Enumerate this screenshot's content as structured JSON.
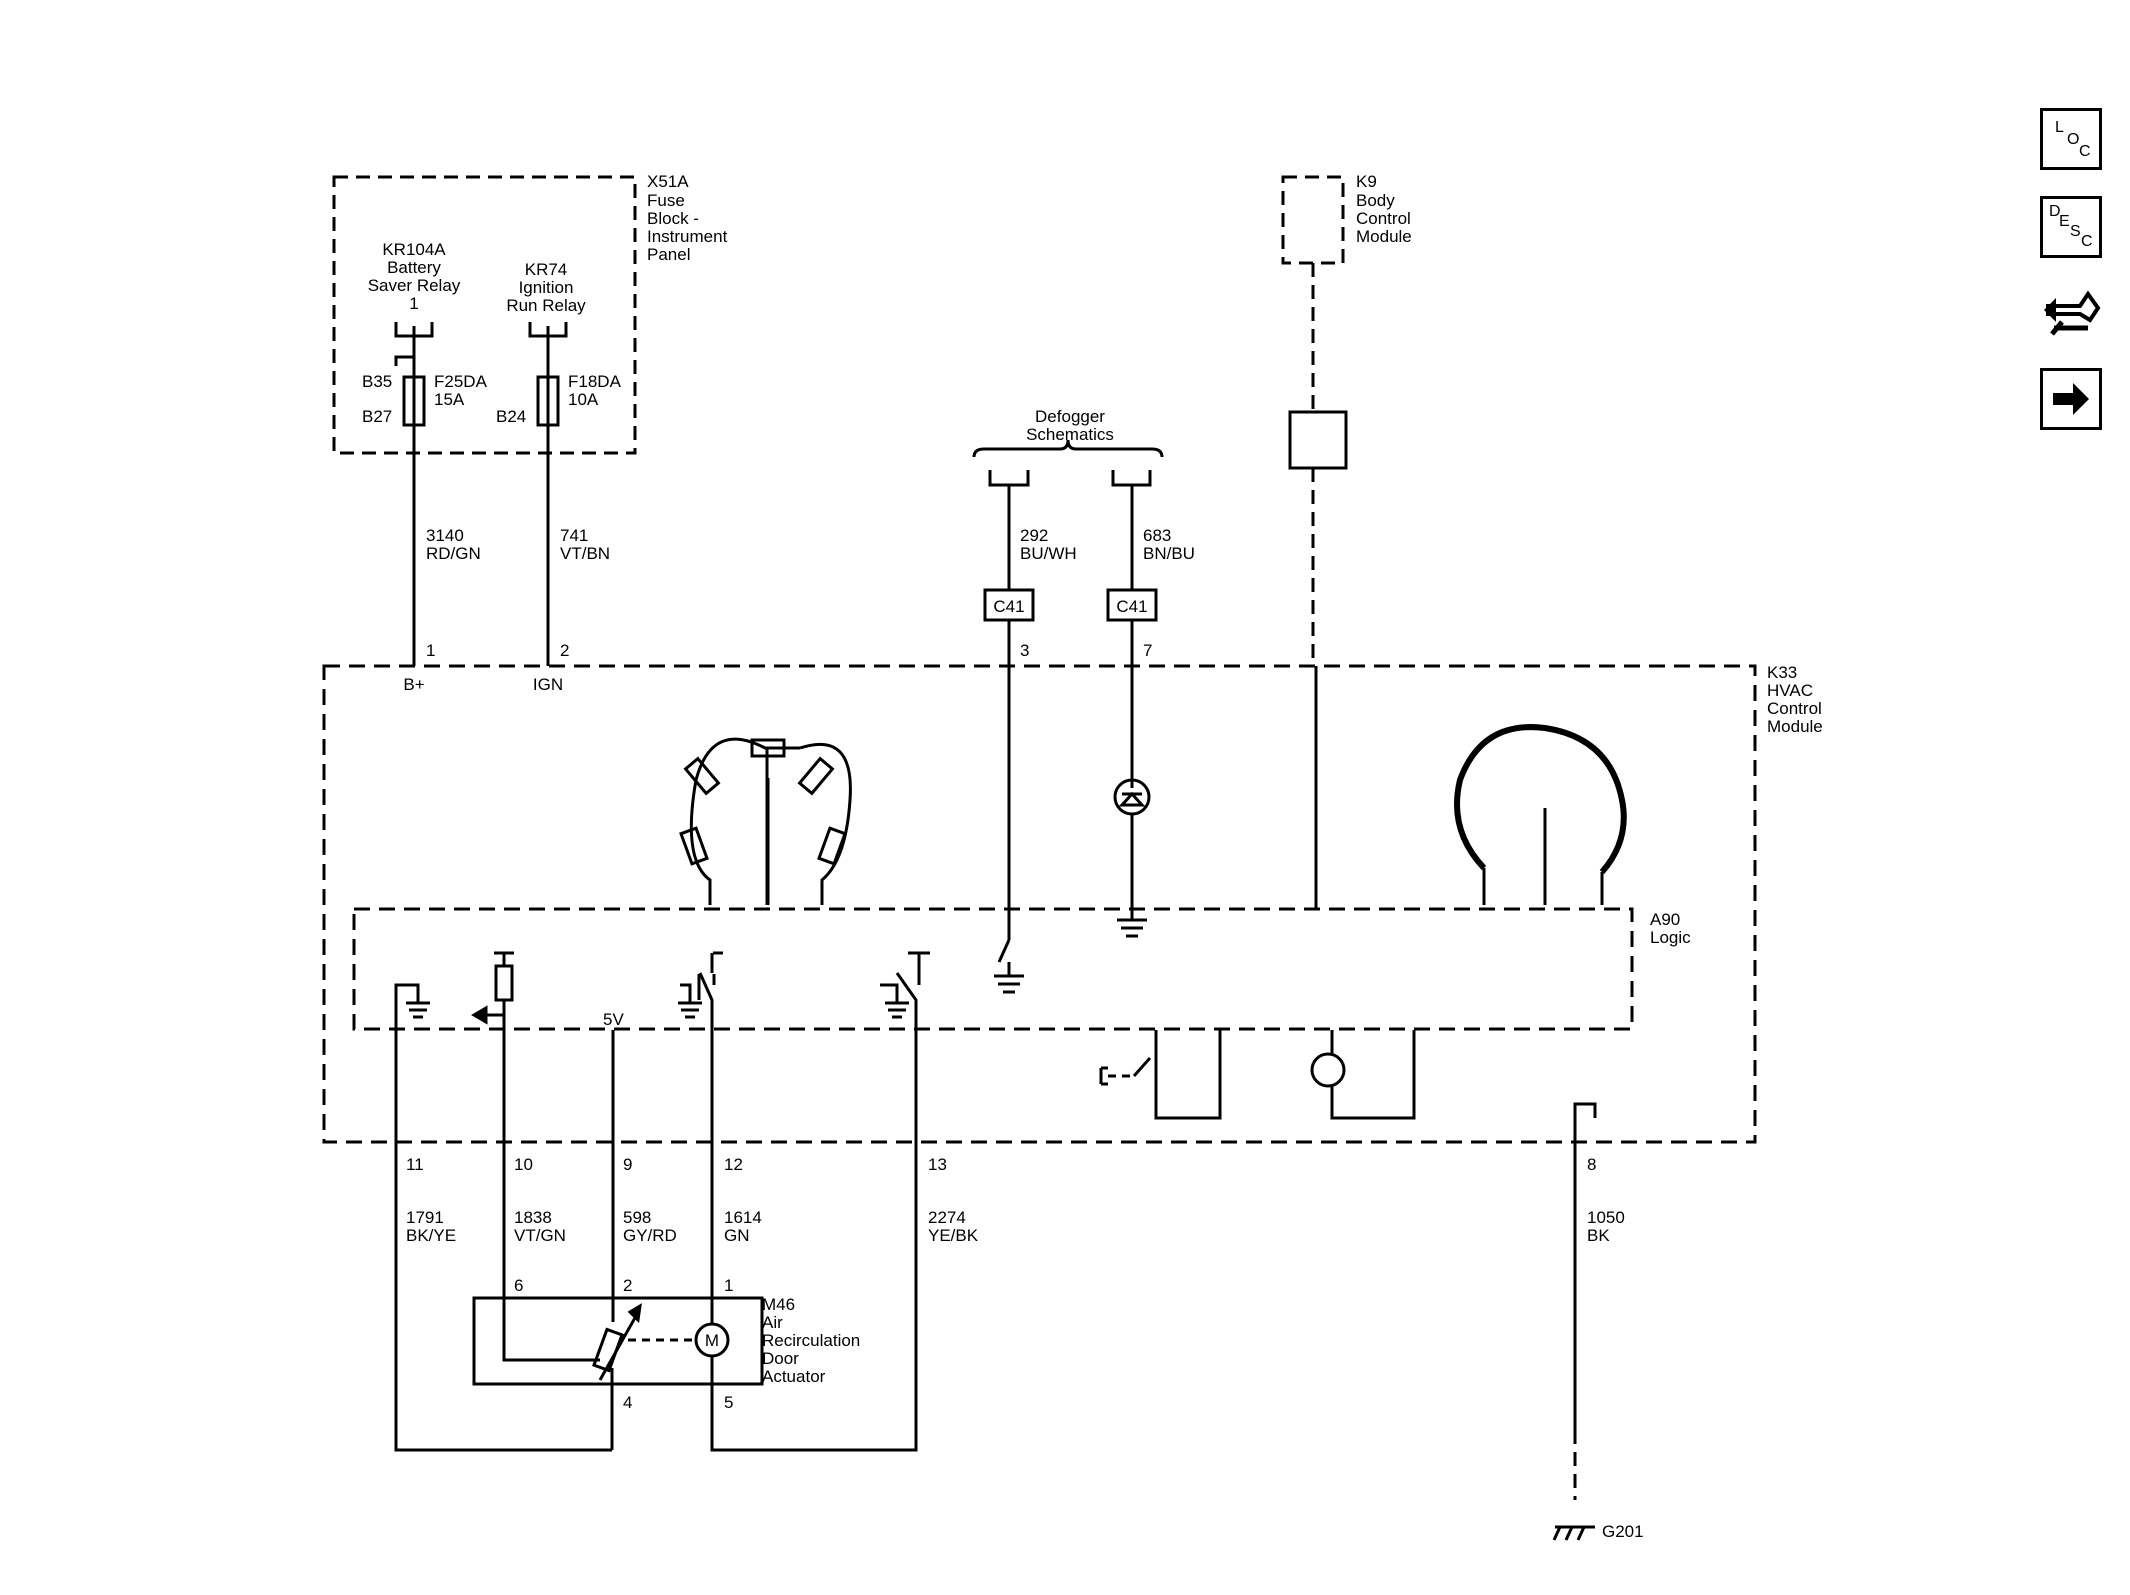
{
  "fuse_block": {
    "name": "X51A",
    "desc": [
      "Fuse",
      "Block -",
      "Instrument",
      "Panel"
    ]
  },
  "relay_battery": {
    "lines": [
      "KR104A",
      "Battery",
      "Saver Relay"
    ],
    "pin": "1"
  },
  "relay_ign": {
    "lines": [
      "KR74",
      "Ignition",
      "Run Relay"
    ]
  },
  "fuse1": {
    "top_pin": "B35",
    "bottom_pin": "B27",
    "name": "F25DA",
    "rating": "15A"
  },
  "fuse2": {
    "bottom_pin": "B24",
    "name": "F18DA",
    "rating": "10A"
  },
  "wire_3140": {
    "circuit": "3140",
    "color": "RD/GN"
  },
  "wire_741": {
    "circuit": "741",
    "color": "VT/BN"
  },
  "bcm": {
    "name": "K9",
    "desc": [
      "Body",
      "Control",
      "Module"
    ]
  },
  "defogger": {
    "lines": [
      "Defogger",
      "Schematics"
    ]
  },
  "wire_292": {
    "circuit": "292",
    "color": "BU/WH"
  },
  "wire_683": {
    "circuit": "683",
    "color": "BN/BU"
  },
  "connector_c41": "C41",
  "hvac": {
    "name": "K33",
    "desc": [
      "HVAC",
      "Control",
      "Module"
    ]
  },
  "logic": {
    "name": "A90",
    "desc": "Logic"
  },
  "pins_top": {
    "p1": "1",
    "p2": "2",
    "p3": "3",
    "p7": "7"
  },
  "pin_labels": {
    "bplus": "B+",
    "ign": "IGN",
    "v5": "5V"
  },
  "pins_bottom": {
    "p11": "11",
    "p10": "10",
    "p9": "9",
    "p12": "12",
    "p13": "13",
    "p8": "8"
  },
  "wire_1791": {
    "circuit": "1791",
    "color": "BK/YE"
  },
  "wire_1838": {
    "circuit": "1838",
    "color": "VT/GN"
  },
  "wire_598": {
    "circuit": "598",
    "color": "GY/RD"
  },
  "wire_1614": {
    "circuit": "1614",
    "color": "GN"
  },
  "wire_2274": {
    "circuit": "2274",
    "color": "YE/BK"
  },
  "wire_1050": {
    "circuit": "1050",
    "color": "BK"
  },
  "actuator": {
    "name": "M46",
    "desc": [
      "Air",
      "Recirculation",
      "Door",
      "Actuator"
    ],
    "pins": {
      "p6": "6",
      "p2": "2",
      "p1": "1",
      "p4": "4",
      "p5": "5"
    },
    "motor": "M"
  },
  "ground": "G201",
  "sidebar": {
    "loc": [
      "L",
      "O",
      "C"
    ],
    "desc": [
      "D",
      "E",
      "S",
      "C"
    ]
  }
}
